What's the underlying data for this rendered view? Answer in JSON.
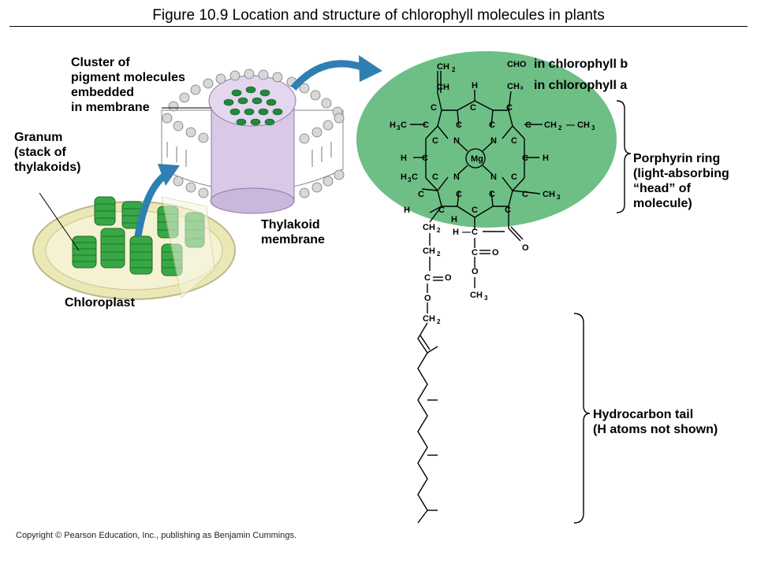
{
  "title": "Figure 10.9  Location and structure of chlorophyll molecules in plants",
  "labels": {
    "cluster": "Cluster of\npigment molecules\nembedded\nin membrane",
    "granum": "Granum\n(stack of\nthylakoids)",
    "thylakoid_membrane": "Thylakoid\nmembrane",
    "chloroplast": "Chloroplast",
    "chlorophyll_b": "in chlorophyll b",
    "chlorophyll_b_group": "CHO",
    "chlorophyll_a": "in chlorophyll a",
    "chlorophyll_a_group": "CH₃",
    "porphyrin": "Porphyrin ring\n(light-absorbing\n“head” of\nmolecule)",
    "tail": "Hydrocarbon tail\n(H atoms not shown)",
    "metal": "Mg"
  },
  "copyright": "Copyright © Pearson Education, Inc., publishing as Benjamin Cummings.",
  "colors": {
    "ring_highlight": "#6dbf86",
    "chloroplast_green": "#2e9b3a",
    "membrane_purple": "#d9c8e6",
    "arrow_blue": "#2f7fb3",
    "envelope_yellow": "#e9e6b0"
  }
}
